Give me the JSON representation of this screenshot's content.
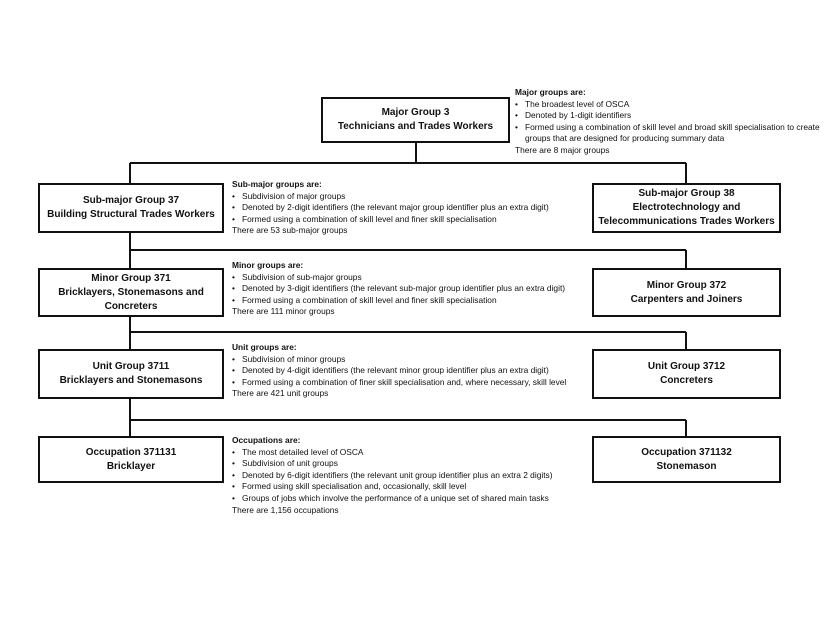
{
  "major": {
    "title": "Major Group 3",
    "subtitle": "Technicians and Trades Workers"
  },
  "major_note": {
    "heading": "Major groups are:",
    "items": [
      "The broadest level of OSCA",
      "Denoted by 1-digit identifiers",
      "Formed using a combination of skill level and broad skill specialisation to create groups that are designed for producing summary data"
    ],
    "footer": "There are 8 major groups"
  },
  "submajor_left": {
    "title": "Sub-major Group 37",
    "subtitle": "Building Structural Trades Workers"
  },
  "submajor_right": {
    "title": "Sub-major Group 38",
    "subtitle": "Electrotechnology and Telecommunications Trades Workers"
  },
  "submajor_note": {
    "heading": "Sub-major groups are:",
    "items": [
      "Subdivision of major groups",
      "Denoted by 2-digit identifiers (the relevant major group identifier plus an extra digit)",
      "Formed using a combination of skill level and finer skill specialisation"
    ],
    "footer": "There are 53 sub-major groups"
  },
  "minor_left": {
    "title": "Minor Group 371",
    "subtitle": "Bricklayers, Stonemasons and Concreters"
  },
  "minor_right": {
    "title": "Minor Group 372",
    "subtitle": "Carpenters and Joiners"
  },
  "minor_note": {
    "heading": "Minor groups are:",
    "items": [
      "Subdivision of sub-major groups",
      "Denoted by 3-digit identifiers (the relevant sub-major group identifier plus an extra digit)",
      "Formed using a combination of skill level and finer skill specialisation"
    ],
    "footer": "There are 111 minor groups"
  },
  "unit_left": {
    "title": "Unit Group 3711",
    "subtitle": "Bricklayers and Stonemasons"
  },
  "unit_right": {
    "title": "Unit Group 3712",
    "subtitle": "Concreters"
  },
  "unit_note": {
    "heading": "Unit groups are:",
    "items": [
      "Subdivision of minor groups",
      "Denoted by 4-digit identifiers (the relevant minor group identifier plus an extra digit)",
      "Formed using a combination of finer skill specialisation and, where necessary, skill level"
    ],
    "footer": "There are 421 unit groups"
  },
  "occ_left": {
    "title": "Occupation 371131",
    "subtitle": "Bricklayer"
  },
  "occ_right": {
    "title": "Occupation 371132",
    "subtitle": "Stonemason"
  },
  "occ_note": {
    "heading": "Occupations are:",
    "items": [
      "The most detailed level of OSCA",
      "Subdivision of unit groups",
      "Denoted by 6-digit identifiers (the relevant unit group identifier plus an extra 2 digits)",
      "Formed using skill specialisation and, occasionally, skill level",
      "Groups of jobs which involve the performance of a unique set of shared main tasks"
    ],
    "footer": "There are 1,156 occupations"
  }
}
